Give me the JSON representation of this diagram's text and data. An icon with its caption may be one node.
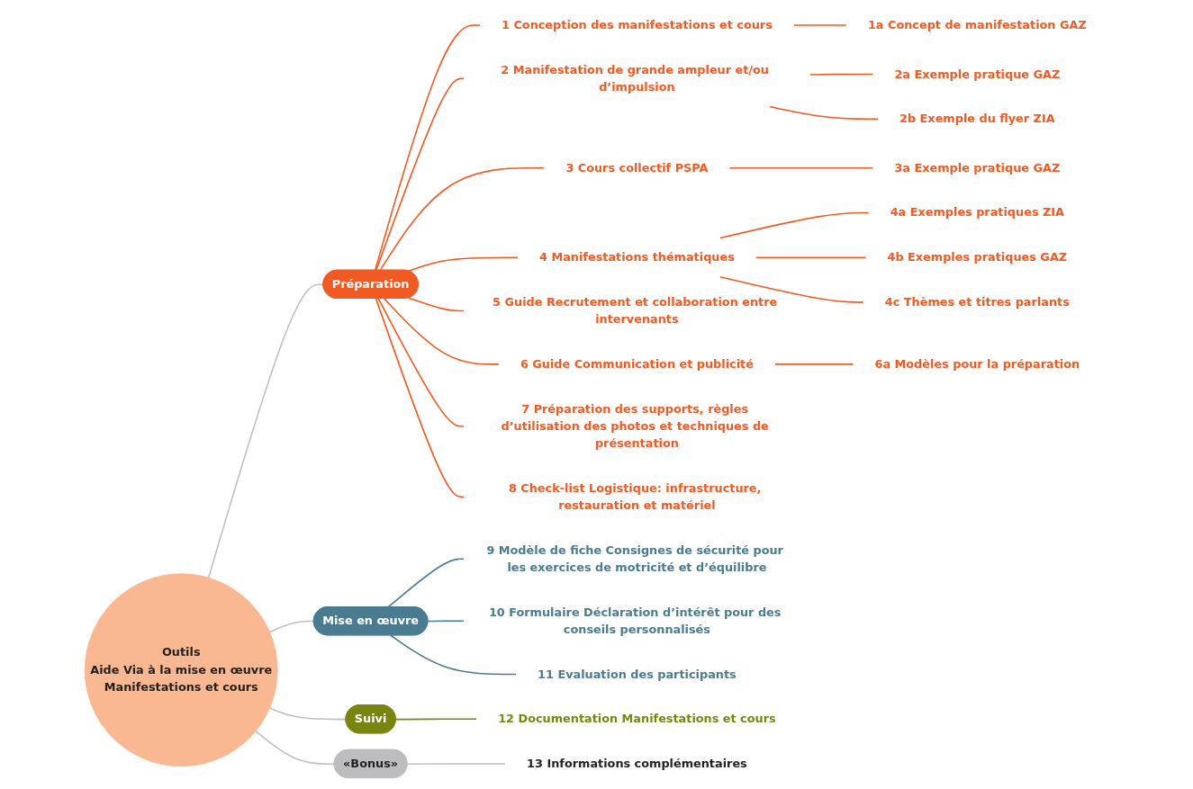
{
  "diagram": {
    "nodes": [
      {
        "text": [
          "Outils",
          "Aide Via à la mise en œuvre",
          "Manifestations et cours"
        ]
      },
      {
        "text": [
          "Préparation"
        ]
      },
      {
        "text": [
          "1 Conception des manifestations et cours"
        ]
      },
      {
        "text": [
          "1a Concept de manifestation GAZ"
        ]
      },
      {
        "text": [
          "2 Manifestation de grande ampleur et/ou d’impulsion"
        ]
      },
      {
        "text": [
          "2a Exemple pratique GAZ"
        ]
      },
      {
        "text": [
          "2b Exemple du flyer ZIA"
        ]
      },
      {
        "text": [
          "3 Cours collectif PSPA"
        ]
      },
      {
        "text": [
          "3a Exemple pratique GAZ"
        ]
      },
      {
        "text": [
          "4 Manifestations thématiques"
        ]
      },
      {
        "text": [
          "4a Exemples pratiques ZIA"
        ]
      },
      {
        "text": [
          "4b Exemples pratiques GAZ"
        ]
      },
      {
        "text": [
          "4c Thèmes et titres parlants"
        ]
      },
      {
        "text": [
          "5 Guide Recrutement et collaboration entre intervenants"
        ]
      },
      {
        "text": [
          "6 Guide Communication et publicité"
        ]
      },
      {
        "text": [
          "6a Modèles pour la préparation"
        ]
      },
      {
        "text": [
          "7 Préparation des supports, règles d’utilisation des photos et techniques de présentation"
        ]
      },
      {
        "text": [
          "8 Check-list Logistique: infrastructure, restauration et matériel"
        ]
      },
      {
        "text": [
          "Mise en œuvre"
        ]
      },
      {
        "text": [
          "9 Modèle de fiche Consignes de sécurité pour les exercices de motricité et d’équilibre"
        ]
      },
      {
        "text": [
          "10 Formulaire Déclaration d’intérêt pour des conseils personnalisés"
        ]
      },
      {
        "text": [
          "11 Evaluation des participants"
        ]
      },
      {
        "text": [
          "Suivi"
        ]
      },
      {
        "text": [
          "12 Documentation Manifestations et cours"
        ]
      },
      {
        "text": [
          "«Bonus»"
        ]
      },
      {
        "text": [
          "13 Informations complémentaires"
        ]
      }
    ],
    "edges": [
      {
        "from": 0,
        "to": 1,
        "arrow": "none",
        "color": "#c0c0c0"
      },
      {
        "from": 1,
        "to": 2,
        "arrow": "none"
      },
      {
        "from": 2,
        "to": 3,
        "arrow": "none"
      },
      {
        "from": 1,
        "to": 4,
        "arrow": "none"
      },
      {
        "from": 4,
        "to": 5,
        "arrow": "none"
      },
      {
        "from": 4,
        "to": 6,
        "arrow": "none"
      },
      {
        "from": 1,
        "to": 7,
        "arrow": "none"
      },
      {
        "from": 7,
        "to": 8,
        "arrow": "none"
      },
      {
        "from": 1,
        "to": 9,
        "arrow": "none"
      },
      {
        "from": 9,
        "to": 10,
        "arrow": "none"
      },
      {
        "from": 9,
        "to": 11,
        "arrow": "none"
      },
      {
        "from": 9,
        "to": 12,
        "arrow": "none"
      },
      {
        "from": 1,
        "to": 13,
        "arrow": "none"
      },
      {
        "from": 1,
        "to": 14,
        "arrow": "none"
      },
      {
        "from": 14,
        "to": 15,
        "arrow": "none"
      },
      {
        "from": 1,
        "to": 16,
        "arrow": "none"
      },
      {
        "from": 1,
        "to": 17,
        "arrow": "none"
      },
      {
        "from": 0,
        "to": 18,
        "arrow": "none",
        "color": "#c0c0c0"
      },
      {
        "from": 18,
        "to": 19,
        "arrow": "none",
        "color": "#4a7b91"
      },
      {
        "from": 18,
        "to": 20,
        "arrow": "none",
        "color": "#4a7b91"
      },
      {
        "from": 18,
        "to": 21,
        "arrow": "none",
        "color": "#4a7b91"
      },
      {
        "from": 0,
        "to": 22,
        "arrow": "none",
        "color": "#c0c0c0"
      },
      {
        "from": 22,
        "to": 23,
        "arrow": "none",
        "color": "#7a8510"
      },
      {
        "from": 0,
        "to": 24,
        "arrow": "none",
        "color": "#c0c0c0"
      },
      {
        "from": 24,
        "to": 25,
        "arrow": "none",
        "color": "#c0c0c0"
      }
    ]
  }
}
